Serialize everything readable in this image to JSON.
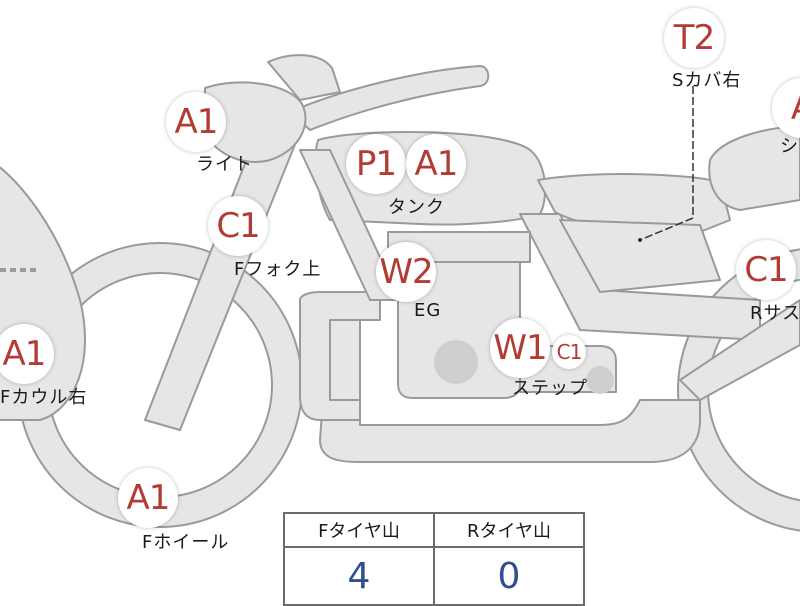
{
  "parts": [
    {
      "id": "light",
      "codes": [
        "A1"
      ],
      "label": "ライト"
    },
    {
      "id": "tank",
      "codes": [
        "P1",
        "A1"
      ],
      "label": "タンク"
    },
    {
      "id": "front-fork-upper",
      "codes": [
        "C1"
      ],
      "label": "Fフォク上"
    },
    {
      "id": "engine",
      "codes": [
        "W2"
      ],
      "label": "EG"
    },
    {
      "id": "step",
      "codes": [
        "W1",
        "C1"
      ],
      "label": "ステップ"
    },
    {
      "id": "side-cover-right",
      "codes": [
        "T2"
      ],
      "label": "Sカバ右"
    },
    {
      "id": "seat",
      "codes": [
        "A"
      ],
      "label": "シ"
    },
    {
      "id": "rear-suspension",
      "codes": [
        "C1"
      ],
      "label": "Rサス"
    },
    {
      "id": "front-cowl-right",
      "codes": [
        "A1"
      ],
      "label": "Fカウル右"
    },
    {
      "id": "front-wheel",
      "codes": [
        "A1"
      ],
      "label": "Fホイール"
    }
  ],
  "tire_tread": {
    "headers": [
      "Fタイヤ山",
      "Rタイヤ山"
    ],
    "values": [
      "4",
      "0"
    ]
  },
  "colors": {
    "code_text": "#b23b36",
    "value_text": "#2f4f8f",
    "bike_fill": "#e6e6e6",
    "bike_stroke": "#9a9a9a"
  }
}
